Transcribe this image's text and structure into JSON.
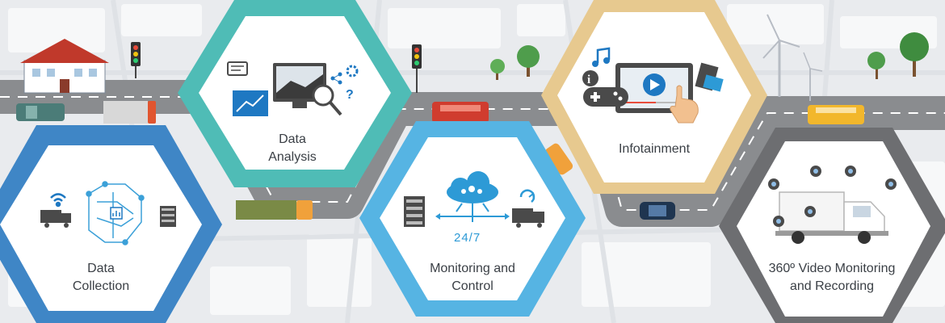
{
  "colors": {
    "data_collection": "#3f86c6",
    "data_analysis": "#4fbcb6",
    "monitoring_control": "#56b4e3",
    "infotainment": "#e7c98f",
    "video_monitoring": "#6d6e71",
    "road": "#8a8c8f",
    "map_background": "#e9ebee"
  },
  "features": {
    "data_collection": {
      "line1": "Data",
      "line2": "Collection",
      "icons": [
        "wifi-icon",
        "truck-icon",
        "circuit-network-icon",
        "server-icon"
      ]
    },
    "data_analysis": {
      "line1": "Data",
      "line2": "Analysis",
      "icons": [
        "chat-bubble-icon",
        "monitor-chart-icon",
        "magnifier-icon",
        "share-icon",
        "gear-icon",
        "question-icon"
      ]
    },
    "monitoring_control": {
      "line1": "Monitoring and",
      "line2": "Control",
      "badge": "24/7",
      "icons": [
        "server-icon",
        "cloud-people-icon",
        "truck-icon",
        "refresh-icon"
      ]
    },
    "infotainment": {
      "line1": "Infotainment",
      "icons": [
        "music-note-icon",
        "info-icon",
        "gamepad-icon",
        "tablet-play-icon",
        "film-icon",
        "hand-icon"
      ]
    },
    "video_monitoring": {
      "line1": "360º Video Monitoring",
      "line2": "and Recording",
      "icons": [
        "camera-icon",
        "white-truck-icon"
      ]
    }
  }
}
